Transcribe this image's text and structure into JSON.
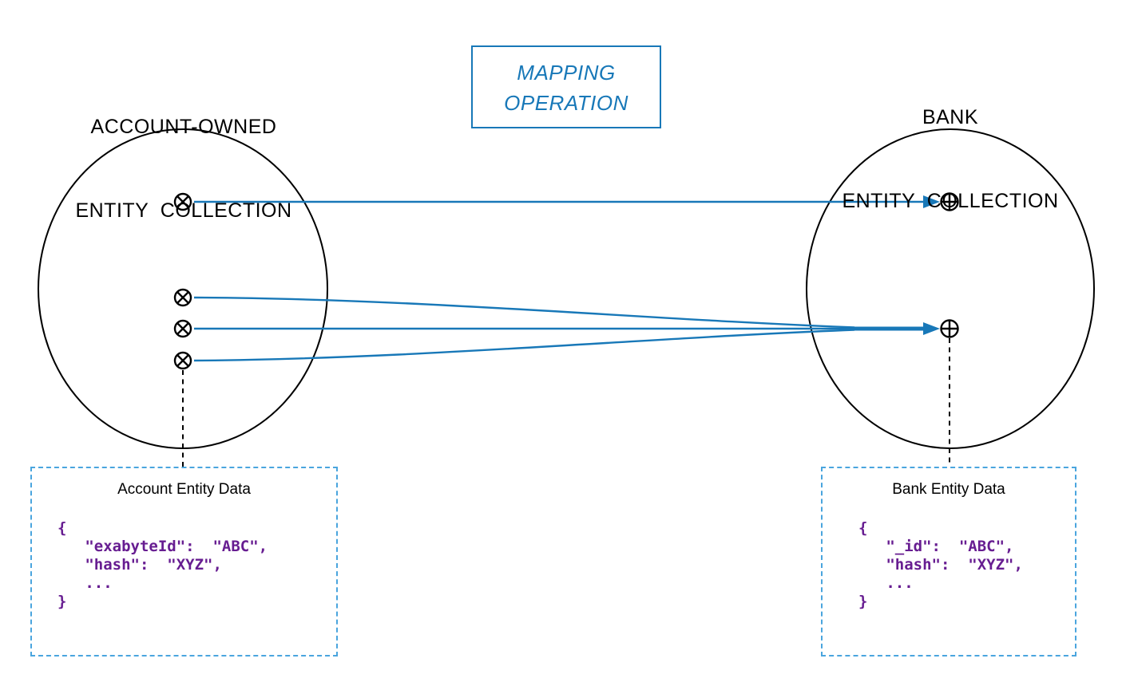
{
  "left_collection": {
    "title_line1": "ACCOUNT-OWNED",
    "title_line2": "ENTITY  COLLECTION"
  },
  "mapping_box": {
    "line1": "MAPPING",
    "line2": "OPERATION"
  },
  "right_collection": {
    "title_line1": "BANK",
    "title_line2": "ENTITY  COLLECTION"
  },
  "left_data_box": {
    "title": "Account Entity Data",
    "code": "{\n   \"exabyteId\":  \"ABC\",\n   \"hash\":  \"XYZ\",\n   ...\n}"
  },
  "right_data_box": {
    "title": "Bank Entity Data",
    "code": "{\n   \"_id\":  \"ABC\",\n   \"hash\":  \"XYZ\",\n   ...\n}"
  },
  "icons": {
    "source_point": "circle-x-icon",
    "target_point": "circle-plus-icon"
  },
  "colors": {
    "arrow_blue": "#1878b8",
    "box_dash_blue": "#4aa5de",
    "code_purple": "#671d91",
    "shape_black": "#000000",
    "background": "#ffffff"
  }
}
